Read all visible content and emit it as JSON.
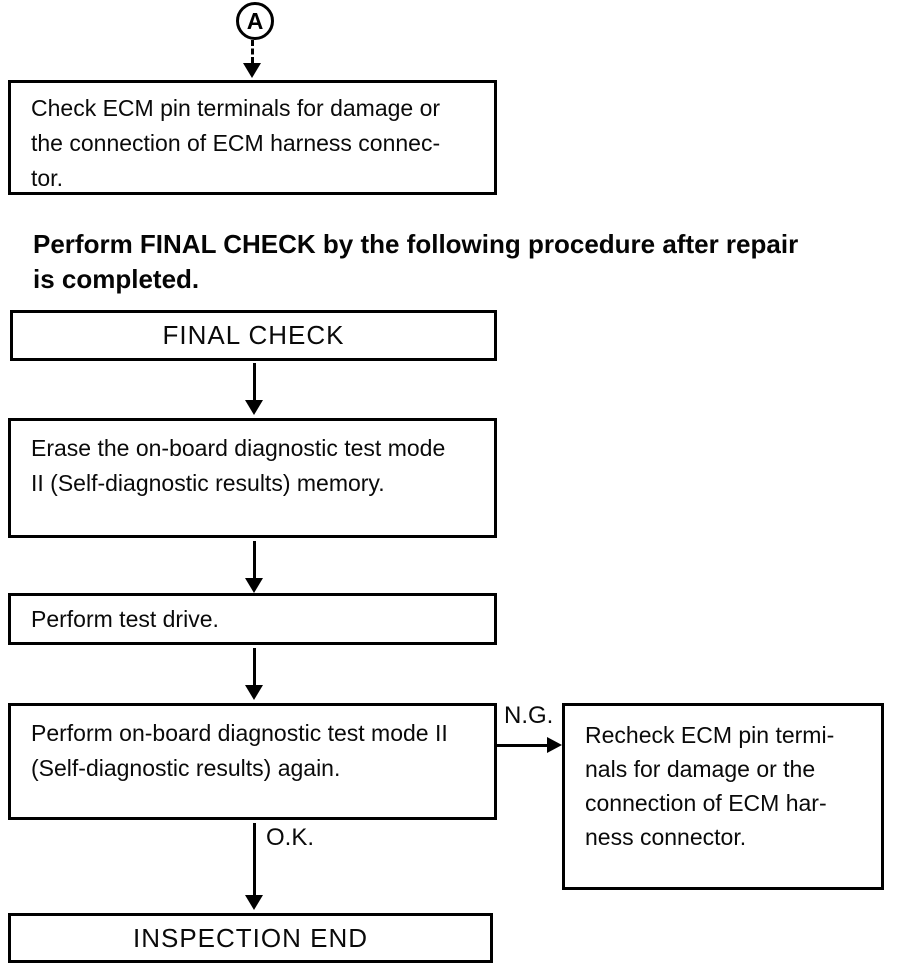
{
  "connector_a": {
    "label": "A"
  },
  "heading": {
    "lines": [
      "Perform FINAL CHECK by the following procedure after repair",
      "is completed."
    ]
  },
  "boxes": {
    "check_ecm": {
      "lines": [
        "Check ECM pin terminals for damage or",
        "the connection of ECM harness connec-",
        "tor."
      ]
    },
    "final_check": {
      "label": "FINAL CHECK"
    },
    "erase_memory": {
      "lines": [
        "Erase the on-board diagnostic test mode",
        "II (Self-diagnostic results) memory."
      ]
    },
    "test_drive": {
      "label": "Perform test drive."
    },
    "perform_diag": {
      "lines": [
        "Perform on-board diagnostic test mode II",
        "(Self-diagnostic results) again."
      ]
    },
    "recheck_ecm": {
      "lines": [
        "Recheck ECM pin termi-",
        "nals for damage or the",
        "connection of ECM har-",
        "ness connector."
      ]
    },
    "inspection_end": {
      "label": "INSPECTION END"
    }
  },
  "edges": {
    "ng_label": "N.G.",
    "ok_label": "O.K."
  },
  "colors": {
    "ink": "#000000",
    "paper": "#ffffff"
  }
}
